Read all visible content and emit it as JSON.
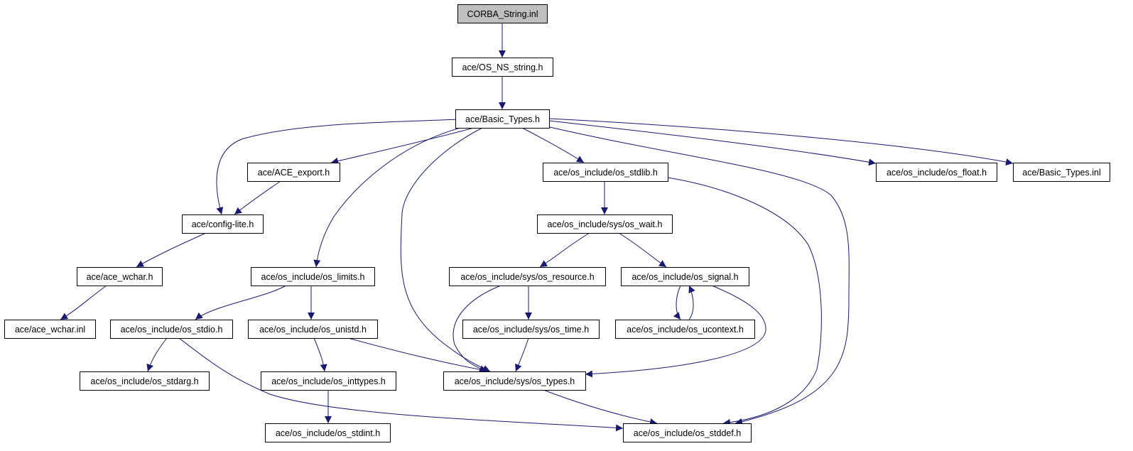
{
  "graph": {
    "edge_color": "#191970",
    "root_fill": "#bfbfbf",
    "nodes": [
      {
        "id": "corba",
        "label": "CORBA_String.inl",
        "root": true
      },
      {
        "id": "ns_string",
        "label": "ace/OS_NS_string.h"
      },
      {
        "id": "basic_types",
        "label": "ace/Basic_Types.h"
      },
      {
        "id": "ace_export",
        "label": "ace/ACE_export.h"
      },
      {
        "id": "stdlib",
        "label": "ace/os_include/os_stdlib.h"
      },
      {
        "id": "float",
        "label": "ace/os_include/os_float.h"
      },
      {
        "id": "basic_inl",
        "label": "ace/Basic_Types.inl"
      },
      {
        "id": "config_lite",
        "label": "ace/config-lite.h"
      },
      {
        "id": "wait",
        "label": "ace/os_include/sys/os_wait.h"
      },
      {
        "id": "ace_wchar",
        "label": "ace/ace_wchar.h"
      },
      {
        "id": "limits",
        "label": "ace/os_include/os_limits.h"
      },
      {
        "id": "resource",
        "label": "ace/os_include/sys/os_resource.h"
      },
      {
        "id": "signal",
        "label": "ace/os_include/os_signal.h"
      },
      {
        "id": "wchar_inl",
        "label": "ace/ace_wchar.inl"
      },
      {
        "id": "stdio",
        "label": "ace/os_include/os_stdio.h"
      },
      {
        "id": "unistd",
        "label": "ace/os_include/os_unistd.h"
      },
      {
        "id": "systime",
        "label": "ace/os_include/sys/os_time.h"
      },
      {
        "id": "ucontext",
        "label": "ace/os_include/os_ucontext.h"
      },
      {
        "id": "stdarg",
        "label": "ace/os_include/os_stdarg.h"
      },
      {
        "id": "inttypes",
        "label": "ace/os_include/os_inttypes.h"
      },
      {
        "id": "systypes",
        "label": "ace/os_include/sys/os_types.h"
      },
      {
        "id": "stdint",
        "label": "ace/os_include/os_stdint.h"
      },
      {
        "id": "stddef",
        "label": "ace/os_include/os_stddef.h"
      }
    ],
    "edges": [
      {
        "from": "corba",
        "to": "ns_string"
      },
      {
        "from": "ns_string",
        "to": "basic_types"
      },
      {
        "from": "basic_types",
        "to": "ace_export"
      },
      {
        "from": "basic_types",
        "to": "config_lite"
      },
      {
        "from": "basic_types",
        "to": "stdlib"
      },
      {
        "from": "basic_types",
        "to": "float"
      },
      {
        "from": "basic_types",
        "to": "basic_inl"
      },
      {
        "from": "basic_types",
        "to": "limits"
      },
      {
        "from": "basic_types",
        "to": "systypes"
      },
      {
        "from": "basic_types",
        "to": "stddef"
      },
      {
        "from": "ace_export",
        "to": "config_lite"
      },
      {
        "from": "config_lite",
        "to": "ace_wchar"
      },
      {
        "from": "ace_wchar",
        "to": "wchar_inl"
      },
      {
        "from": "stdlib",
        "to": "wait"
      },
      {
        "from": "stdlib",
        "to": "stddef"
      },
      {
        "from": "wait",
        "to": "resource"
      },
      {
        "from": "wait",
        "to": "signal"
      },
      {
        "from": "resource",
        "to": "systime"
      },
      {
        "from": "resource",
        "to": "systypes"
      },
      {
        "from": "signal",
        "to": "ucontext"
      },
      {
        "from": "ucontext",
        "to": "signal"
      },
      {
        "from": "signal",
        "to": "systypes"
      },
      {
        "from": "limits",
        "to": "stdio"
      },
      {
        "from": "limits",
        "to": "unistd"
      },
      {
        "from": "stdio",
        "to": "stdarg"
      },
      {
        "from": "stdio",
        "to": "stddef"
      },
      {
        "from": "unistd",
        "to": "inttypes"
      },
      {
        "from": "unistd",
        "to": "systypes"
      },
      {
        "from": "systime",
        "to": "systypes"
      },
      {
        "from": "inttypes",
        "to": "stdint"
      },
      {
        "from": "systypes",
        "to": "stddef"
      }
    ]
  }
}
